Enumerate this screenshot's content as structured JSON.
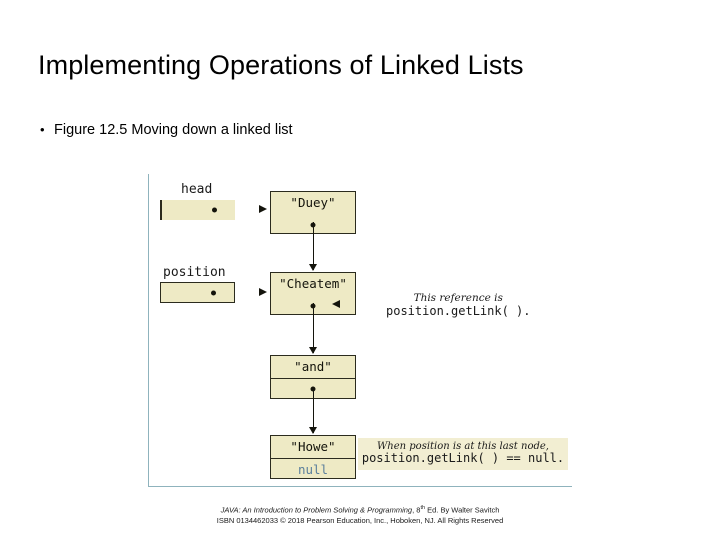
{
  "slide": {
    "title": "Implementing Operations of Linked Lists",
    "bullet_mark": "•",
    "bullet_text": "Figure 12.5 Moving down a linked list"
  },
  "diagram": {
    "variables": [
      {
        "label": "head",
        "name": "head"
      },
      {
        "label": "position",
        "name": "position"
      }
    ],
    "nodes": [
      {
        "data": "\"Duey\"",
        "link": ""
      },
      {
        "data": "\"Cheatem\"",
        "link": ""
      },
      {
        "data": "\"and\"",
        "link": ""
      },
      {
        "data": "\"Howe\"",
        "link": "null"
      }
    ],
    "annotations": {
      "getlink": {
        "line1": "This reference is",
        "line2": "position.getLink( )."
      },
      "lastnode": {
        "line1": "When position is at this last node,",
        "line2": "position.getLink( ) == null."
      }
    },
    "colors": {
      "node_fill": "#eeeac5",
      "node_border": "#2b2b1e",
      "frame_border": "#8fb3bd",
      "null_text": "#5b7f9c"
    }
  },
  "footer": {
    "line1_italic": "JAVA: An Introduction to Problem  Solving & Programming",
    "line1_edition_sup": "th",
    "line1_rest": ", 8",
    "line1_tail": " Ed. By Walter Savitch",
    "line2": "ISBN 0134462033 © 2018 Pearson Education, Inc., Hoboken, NJ. All Rights Reserved"
  }
}
